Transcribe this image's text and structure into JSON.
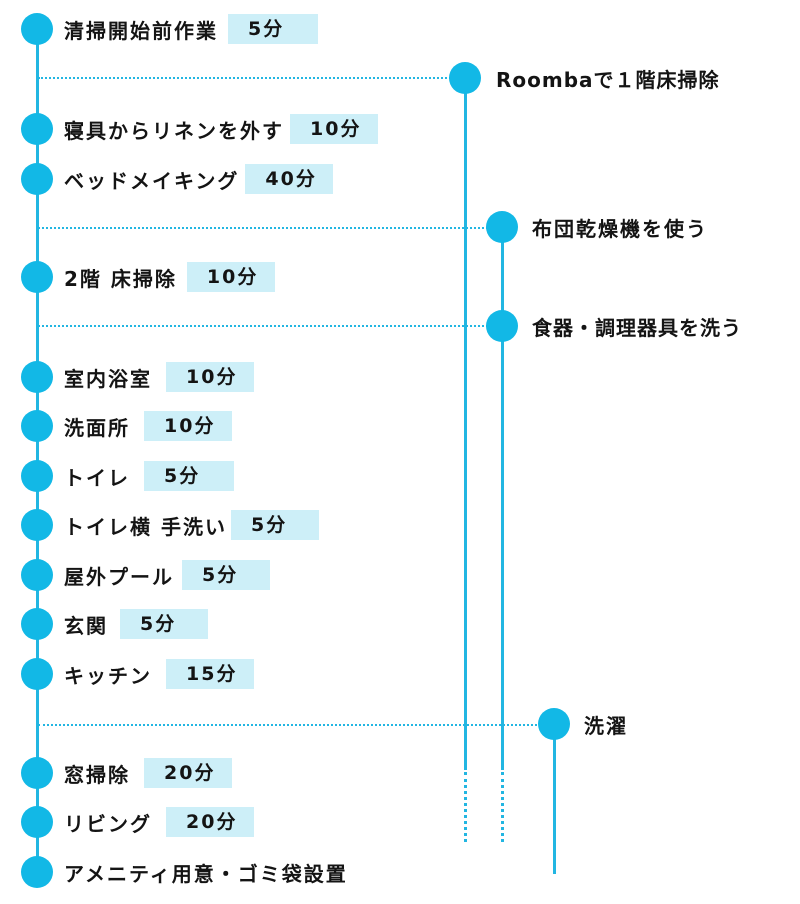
{
  "colors": {
    "line": "#22b6e2",
    "node": "#12b8e6",
    "duration_bg": "#cdeff8"
  },
  "main_tasks": [
    {
      "label": "清掃開始前作業",
      "duration": "5分"
    },
    {
      "label": "寝具からリネンを外す",
      "duration": "10分"
    },
    {
      "label": "ベッドメイキング",
      "duration": "40分"
    },
    {
      "label": "2階 床掃除",
      "duration": "10分"
    },
    {
      "label": "室内浴室",
      "duration": "10分"
    },
    {
      "label": "洗面所",
      "duration": "10分"
    },
    {
      "label": "トイレ",
      "duration": "5分"
    },
    {
      "label": "トイレ横 手洗い",
      "duration": "5分"
    },
    {
      "label": "屋外プール",
      "duration": "5分"
    },
    {
      "label": "玄関",
      "duration": "5分"
    },
    {
      "label": "キッチン",
      "duration": "15分"
    },
    {
      "label": "窓掃除",
      "duration": "20分"
    },
    {
      "label": "リビング",
      "duration": "20分"
    },
    {
      "label": "アメニティ用意・ゴミ袋設置",
      "duration": ""
    }
  ],
  "parallel_tasks": [
    {
      "label": "Roombaで１階床掃除"
    },
    {
      "label": "布団乾燥機を使う"
    },
    {
      "label": "食器・調理器具を洗う"
    },
    {
      "label": "洗濯"
    }
  ]
}
